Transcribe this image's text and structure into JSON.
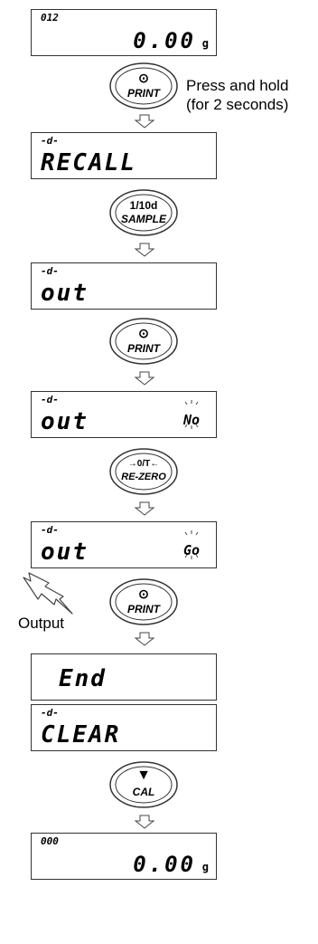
{
  "displays": [
    {
      "id": "d1",
      "small": "012",
      "value": "0.00",
      "unit": "g"
    },
    {
      "id": "d2",
      "small": "-d-",
      "big": "RECALL"
    },
    {
      "id": "d3",
      "small": "-d-",
      "big": "out"
    },
    {
      "id": "d4",
      "small": "-d-",
      "big": "out",
      "flag": "No"
    },
    {
      "id": "d5",
      "small": "-d-",
      "big": "out",
      "flag": "Go"
    },
    {
      "id": "d6",
      "big": "End"
    },
    {
      "id": "d7",
      "small": "-d-",
      "big": "CLEAR"
    },
    {
      "id": "d8",
      "small": "000",
      "value": "0.00",
      "unit": "g"
    }
  ],
  "buttons": {
    "print": {
      "line1": "⊙",
      "line2": "PRINT"
    },
    "sample": {
      "line1": "1/10d",
      "line2": "SAMPLE"
    },
    "rezero": {
      "line1": "→0/T←",
      "line2": "RE-ZERO"
    },
    "cal": {
      "line1": "▼",
      "line2": "CAL"
    }
  },
  "notes": {
    "hold_line1": "Press and hold",
    "hold_line2": "(for 2 seconds)",
    "output": "Output"
  }
}
